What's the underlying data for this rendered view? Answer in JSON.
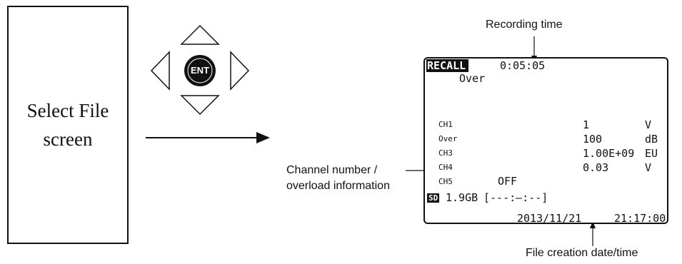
{
  "select_file": {
    "line1": "Select File",
    "line2": "screen"
  },
  "keypad": {
    "enter_label": "ENT"
  },
  "callouts": {
    "recording_time": "Recording time",
    "channel_info_line1": "Channel number /",
    "channel_info_line2": "overload information",
    "file_creation": "File creation date/time"
  },
  "screen": {
    "mode": "RECALL",
    "time": "0:05:05",
    "over_badge": "Over",
    "channels": [
      {
        "label": "CH1",
        "value": "1",
        "unit": "V"
      },
      {
        "label": "Over",
        "value": "100",
        "unit": "dB"
      },
      {
        "label": "CH3",
        "value": "1.00E+09",
        "unit": "EU"
      },
      {
        "label": "CH4",
        "value": "0.03",
        "unit": "V"
      },
      {
        "label": "CH5",
        "value": "",
        "unit": ""
      }
    ],
    "ch5_state": "OFF",
    "sd_label": "SD",
    "sd_capacity": "1.9GB",
    "sd_time": "[---:—:--]",
    "date": "2013/11/21",
    "clock": "21:17:00"
  }
}
